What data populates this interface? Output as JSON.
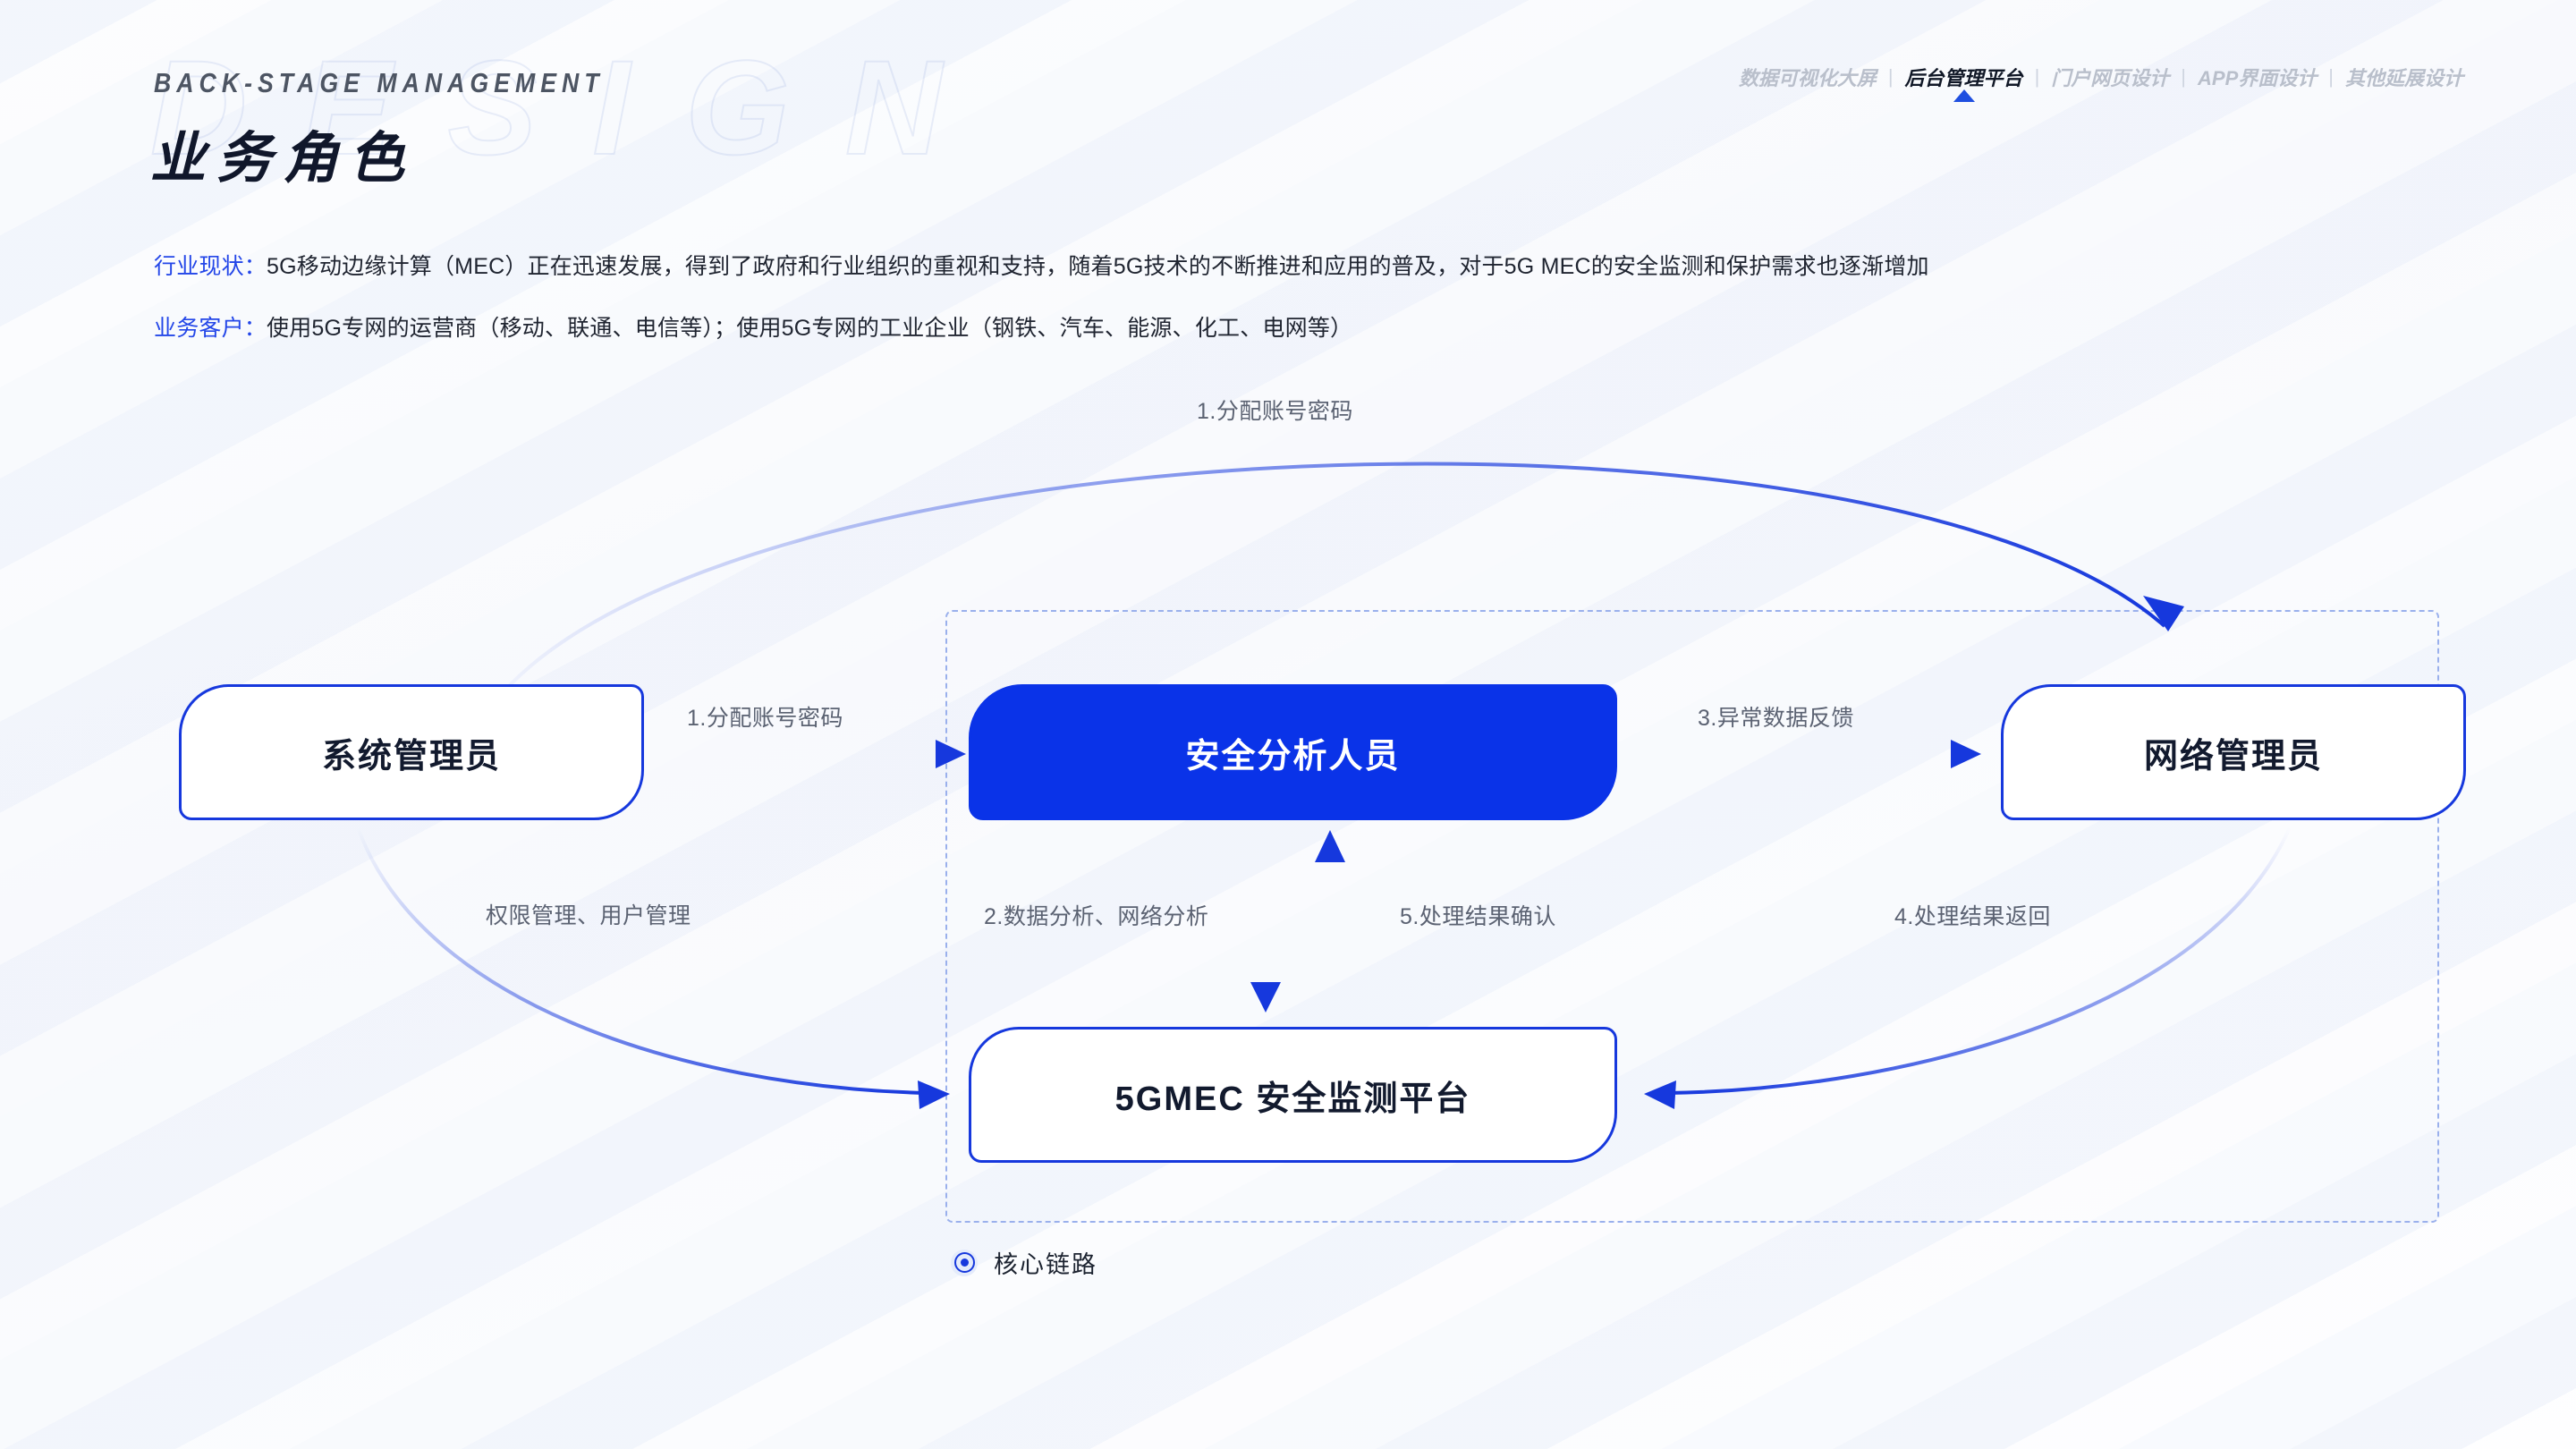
{
  "header": {
    "eyebrow": "BACK-STAGE MANAGEMENT",
    "title": "业务角色",
    "watermark": "DESIGN"
  },
  "topnav": {
    "separator": "|",
    "items": [
      {
        "label": "数据可视化大屏",
        "active": false
      },
      {
        "label": "后台管理平台",
        "active": true
      },
      {
        "label": "门户网页设计",
        "active": false
      },
      {
        "label": "APP界面设计",
        "active": false
      },
      {
        "label": "其他延展设计",
        "active": false
      }
    ]
  },
  "intro": [
    {
      "label": "行业现状：",
      "text": "5G移动边缘计算（MEC）正在迅速发展，得到了政府和行业组织的重视和支持，随着5G技术的不断推进和应用的普及，对于5G MEC的安全监测和保护需求也逐渐增加"
    },
    {
      "label": "业务客户：",
      "text": "使用5G专网的运营商（移动、联通、电信等）；使用5G专网的工业企业（钢铁、汽车、能源、化工、电网等）"
    }
  ],
  "diagram": {
    "nodes": {
      "sysadmin": "系统管理员",
      "analyst": "安全分析人员",
      "netadmin": "网络管理员",
      "platform": "5GMEC 安全监测平台"
    },
    "edges": {
      "top_arc": "1.分配账号密码",
      "assign": "1.分配账号密码",
      "anomaly": "3.异常数据反馈",
      "permission": "权限管理、用户管理",
      "analysis": "2.数据分析、网络分析",
      "confirm": "5.处理结果确认",
      "return": "4.处理结果返回"
    }
  },
  "legend": {
    "icon": "target-radio-icon",
    "label": "核心链路"
  },
  "colors": {
    "accent_blue": "#0a33e8",
    "border_blue": "#1638dd",
    "label_gray": "#5b6272",
    "dashed_border": "#9ab0ec",
    "title_dark": "#10172b"
  }
}
